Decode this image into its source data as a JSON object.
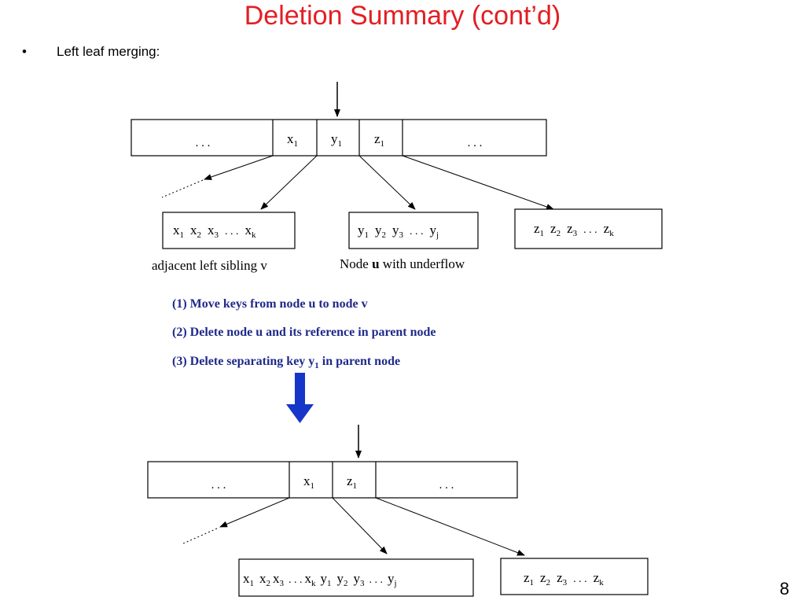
{
  "slide": {
    "title": "Deletion Summary (cont’d)",
    "bullet_marker": "•",
    "bullet_text": "Left leaf merging:",
    "page_number": "8"
  },
  "before": {
    "parent": {
      "left": ". . .",
      "k1": "x",
      "k2": "y",
      "k3": "z",
      "right": ". . ."
    },
    "left_sibling": {
      "k1": "x",
      "k2": "x",
      "k3": "x",
      "dots": ". . .",
      "kk": "x",
      "sub_k": "k",
      "caption": "adjacent left sibling v"
    },
    "node_u": {
      "k1": "y",
      "k2": "y",
      "k3": "y",
      "dots": ". . .",
      "kj": "y",
      "sub_j": "j",
      "caption_pre": "Node ",
      "caption_bold": "u",
      "caption_post": " with underflow"
    },
    "right_sibling": {
      "k1": "z",
      "k2": "z",
      "k3": "z",
      "dots": ". . .",
      "kk": "z",
      "sub_k": "k"
    }
  },
  "steps": {
    "step1": "(1) Move keys from node u to node v",
    "step2": "(2) Delete node u and its reference in parent node",
    "step3_pre": "(3) Delete separating key y",
    "step3_sub": "1",
    "step3_post": " in parent node"
  },
  "after": {
    "parent": {
      "left": ". . .",
      "k1": "x",
      "k2": "z",
      "right": ". . ."
    },
    "merged": {
      "x1": "x",
      "x2": "x",
      "x3": "x",
      "dots1": ". . .",
      "xk": "x",
      "sub_k": "k",
      "y1": "y",
      "y2": "y",
      "y3": "y",
      "dots2": ". . .",
      "yj": "y",
      "sub_j": "j"
    },
    "right_sibling": {
      "k1": "z",
      "k2": "z",
      "k3": "z",
      "dots": ". . .",
      "kk": "z",
      "sub_k": "k"
    }
  },
  "subscripts": {
    "one": "1",
    "two": "2",
    "three": "3"
  },
  "colors": {
    "title": "#e31e24",
    "steps_text": "#1f2a8a",
    "big_arrow": "#1536c8"
  }
}
